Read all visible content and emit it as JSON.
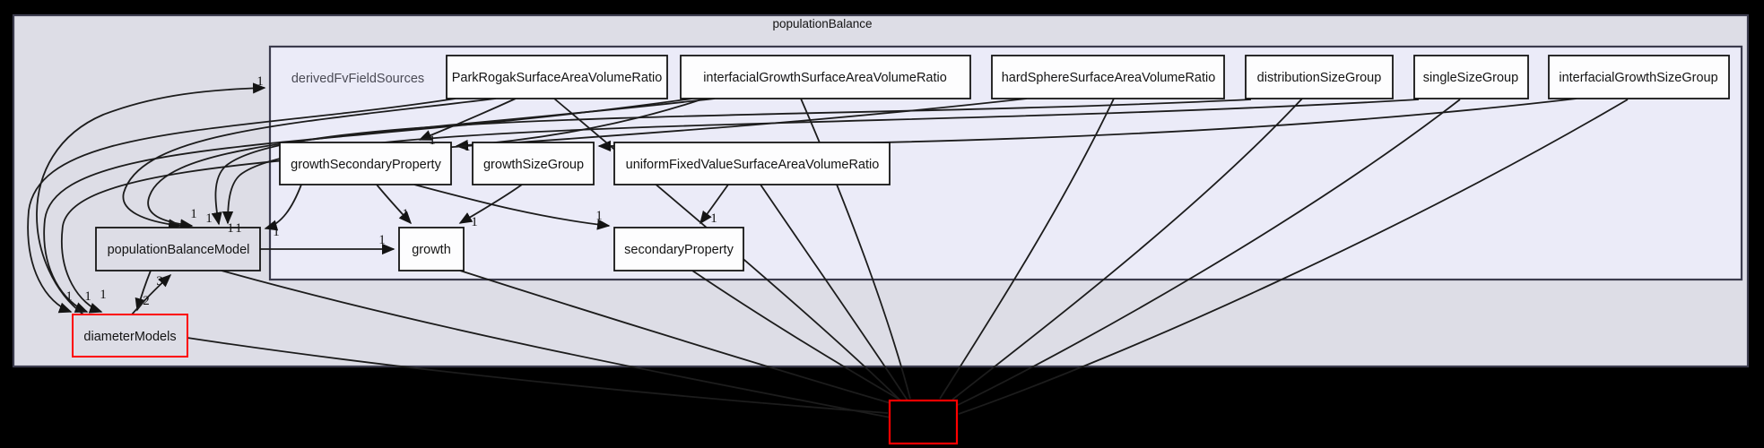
{
  "diagram": {
    "title": "populationBalance",
    "inner_cluster_label": "derivedFvFieldSources",
    "colors": {
      "background": "#000000",
      "outer_cluster_fill": "#dddde6",
      "inner_cluster_fill": "#ebebf8",
      "cluster_border": "#3c3c4e",
      "node_fill": "#fdfdfe",
      "node_border": "#141414",
      "edge": "#1c1c1c",
      "highlight_red": "#ff0000",
      "inner_label_color": "#4b4b55"
    },
    "nodes": [
      {
        "id": "ParkRogakSurfaceAreaVolumeRatio",
        "label": "ParkRogakSurfaceAreaVolumeRatio"
      },
      {
        "id": "interfacialGrowthSurfaceAreaVolumeRatio",
        "label": "interfacialGrowthSurfaceAreaVolumeRatio"
      },
      {
        "id": "hardSphereSurfaceAreaVolumeRatio",
        "label": "hardSphereSurfaceAreaVolumeRatio"
      },
      {
        "id": "distributionSizeGroup",
        "label": "distributionSizeGroup"
      },
      {
        "id": "singleSizeGroup",
        "label": "singleSizeGroup"
      },
      {
        "id": "interfacialGrowthSizeGroup",
        "label": "interfacialGrowthSizeGroup"
      },
      {
        "id": "growthSecondaryProperty",
        "label": "growthSecondaryProperty"
      },
      {
        "id": "growthSizeGroup",
        "label": "growthSizeGroup"
      },
      {
        "id": "uniformFixedValueSurfaceAreaVolumeRatio",
        "label": "uniformFixedValueSurfaceAreaVolumeRatio"
      },
      {
        "id": "populationBalanceModel",
        "label": "populationBalanceModel"
      },
      {
        "id": "growth",
        "label": "growth"
      },
      {
        "id": "secondaryProperty",
        "label": "secondaryProperty"
      },
      {
        "id": "diameterModels",
        "label": "diameterModels"
      },
      {
        "id": "currentDirNode",
        "label": ""
      }
    ],
    "edges": [
      {
        "from": "ParkRogakSurfaceAreaVolumeRatio",
        "to": "growthSecondaryProperty",
        "label": "1"
      },
      {
        "from": "interfacialGrowthSurfaceAreaVolumeRatio",
        "to": "growthSecondaryProperty",
        "label": "1"
      },
      {
        "from": "interfacialGrowthSizeGroup",
        "to": "growthSizeGroup",
        "label": "1"
      },
      {
        "from": "ParkRogakSurfaceAreaVolumeRatio",
        "to": "populationBalanceModel",
        "label": "1"
      },
      {
        "from": "interfacialGrowthSurfaceAreaVolumeRatio",
        "to": "populationBalanceModel",
        "label": "1"
      },
      {
        "from": "distributionSizeGroup",
        "to": "populationBalanceModel",
        "label": "1"
      },
      {
        "from": "singleSizeGroup",
        "to": "populationBalanceModel",
        "label": "1"
      },
      {
        "from": "growthSecondaryProperty",
        "to": "populationBalanceModel",
        "label": "1"
      },
      {
        "from": "populationBalanceModel",
        "to": "growth",
        "label": "1"
      },
      {
        "from": "growthSecondaryProperty",
        "to": "growth",
        "label": "1"
      },
      {
        "from": "growthSizeGroup",
        "to": "growth",
        "label": "1"
      },
      {
        "from": "growthSecondaryProperty",
        "to": "secondaryProperty",
        "label": "1"
      },
      {
        "from": "uniformFixedValueSurfaceAreaVolumeRatio",
        "to": "secondaryProperty",
        "label": "1"
      },
      {
        "from": "populationBalanceModel",
        "to": "diameterModels",
        "label": "2"
      },
      {
        "from": "diameterModels",
        "to": "populationBalanceModel",
        "label": "3"
      },
      {
        "from": "ParkRogakSurfaceAreaVolumeRatio",
        "to": "diameterModels",
        "label": "1"
      },
      {
        "from": "interfacialGrowthSurfaceAreaVolumeRatio",
        "to": "diameterModels",
        "label": "1"
      },
      {
        "from": "hardSphereSurfaceAreaVolumeRatio",
        "to": "diameterModels",
        "label": "1"
      },
      {
        "from": "diameterModels",
        "to": "derivedFvFieldSources",
        "label": "1"
      },
      {
        "from": "diameterModels",
        "to": "currentDirNode",
        "label": ""
      },
      {
        "from": "populationBalanceModel",
        "to": "currentDirNode",
        "label": ""
      },
      {
        "from": "growth",
        "to": "currentDirNode",
        "label": ""
      },
      {
        "from": "secondaryProperty",
        "to": "currentDirNode",
        "label": ""
      },
      {
        "from": "uniformFixedValueSurfaceAreaVolumeRatio",
        "to": "currentDirNode",
        "label": ""
      },
      {
        "from": "ParkRogakSurfaceAreaVolumeRatio",
        "to": "currentDirNode",
        "label": ""
      },
      {
        "from": "interfacialGrowthSurfaceAreaVolumeRatio",
        "to": "currentDirNode",
        "label": ""
      },
      {
        "from": "hardSphereSurfaceAreaVolumeRatio",
        "to": "currentDirNode",
        "label": ""
      },
      {
        "from": "distributionSizeGroup",
        "to": "currentDirNode",
        "label": ""
      },
      {
        "from": "singleSizeGroup",
        "to": "currentDirNode",
        "label": ""
      },
      {
        "from": "interfacialGrowthSizeGroup",
        "to": "currentDirNode",
        "label": ""
      }
    ]
  }
}
